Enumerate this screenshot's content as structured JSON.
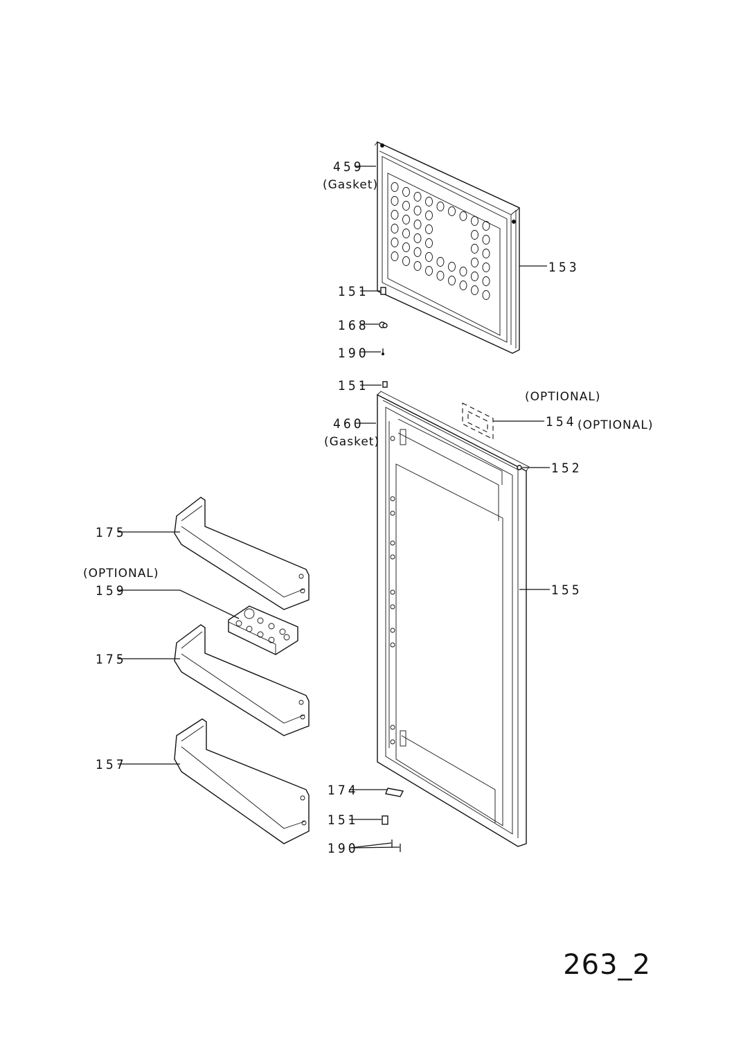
{
  "labels": {
    "p459": "459",
    "p459_note": "(Gasket)",
    "p153": "153",
    "p151_a": "151",
    "p168": "168",
    "p190_a": "190",
    "p151_b": "151",
    "p154_opt_top": "(OPTIONAL)",
    "p154": "154",
    "p154_opt": "(OPTIONAL)",
    "p460": "460",
    "p460_note": "(Gasket)",
    "p152": "152",
    "p175_a": "175",
    "p159_opt": "(OPTIONAL)",
    "p159": "159",
    "p155": "155",
    "p175_b": "175",
    "p157": "157",
    "p174": "174",
    "p151_c": "151",
    "p190_b": "190"
  },
  "sheet_number": "263_2"
}
